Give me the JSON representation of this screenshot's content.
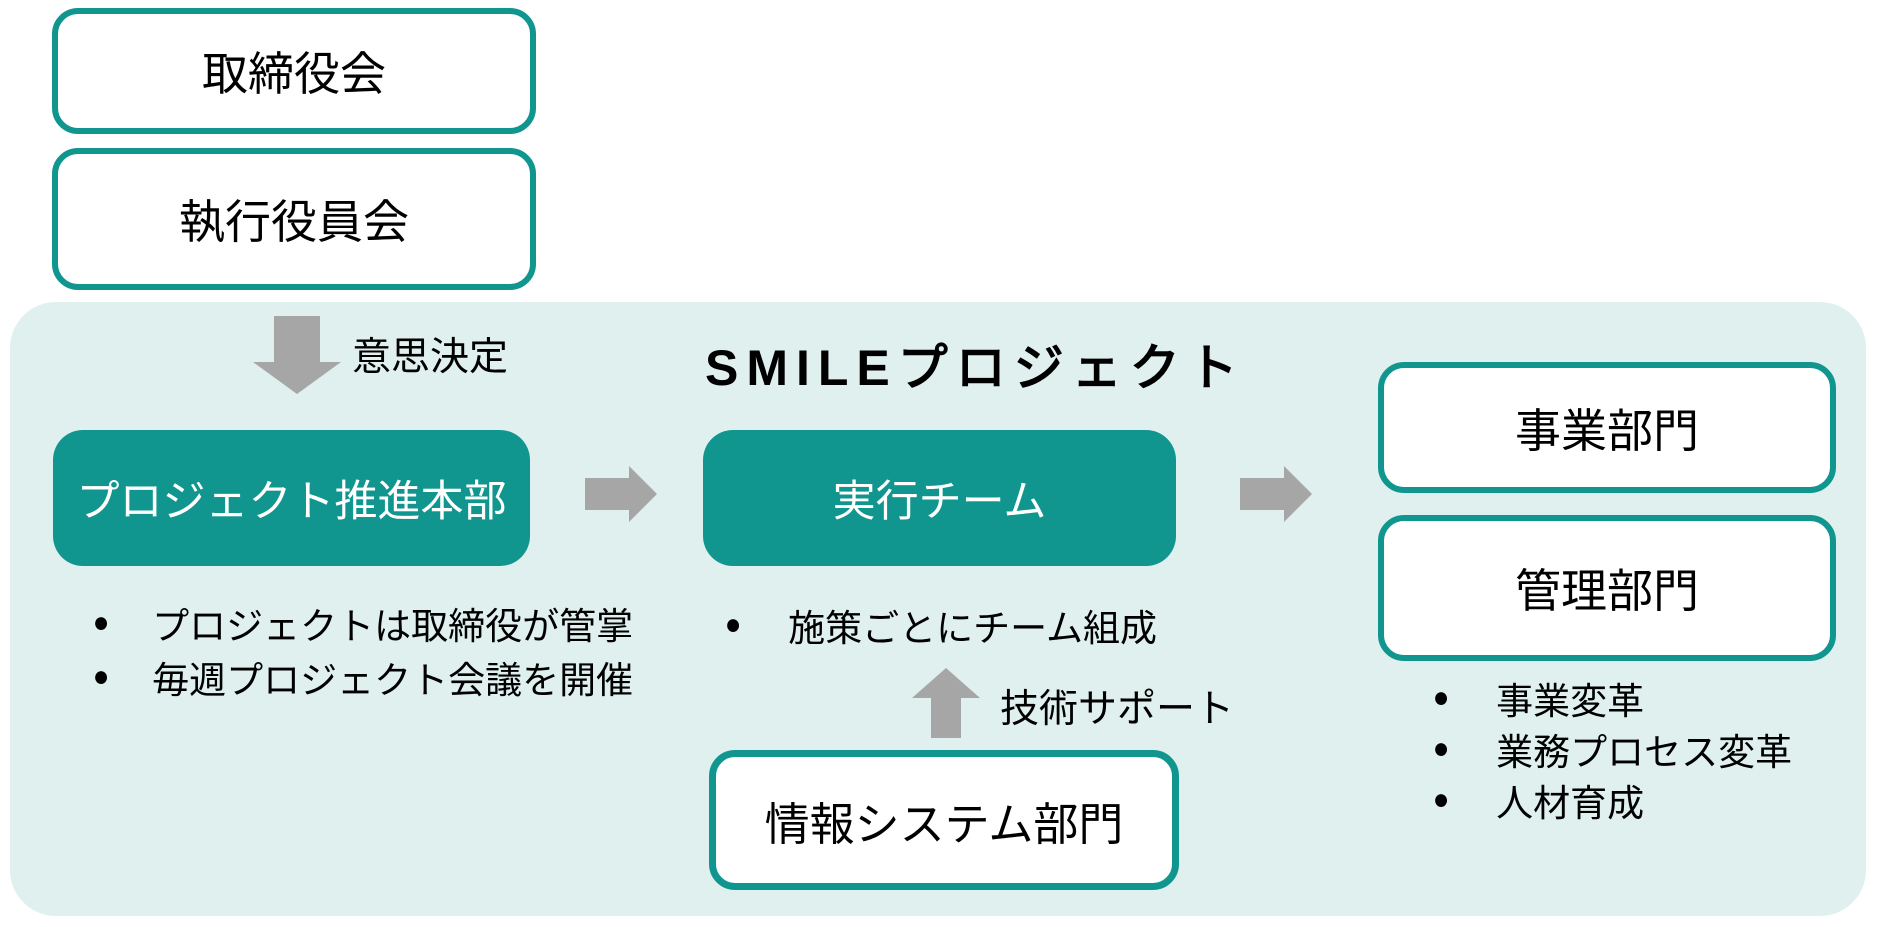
{
  "colors": {
    "teal": "#10968f",
    "panel_bg": "#dff0ee",
    "arrow_gray": "#a6a6a6",
    "box_fill_white": "#ffffff",
    "text_black": "#000000",
    "teal_box_text": "#ffffff"
  },
  "top_boxes": [
    {
      "label": "取締役会"
    },
    {
      "label": "執行役員会"
    }
  ],
  "panel": {
    "title": "SMILEプロジェクト",
    "decision_arrow_label": "意思決定",
    "support_arrow_label": "技術サポート",
    "bullet_char": "●",
    "promotion_hq": {
      "label": "プロジェクト推進本部",
      "bullets": [
        "プロジェクトは取締役が管掌",
        "毎週プロジェクト会議を開催"
      ]
    },
    "execution_team": {
      "label": "実行チーム",
      "bullets": [
        "施策ごとにチーム組成"
      ]
    },
    "it_division": {
      "label": "情報システム部門"
    },
    "output_divisions": [
      {
        "label": "事業部門"
      },
      {
        "label": "管理部門"
      }
    ],
    "output_bullets": [
      "事業変革",
      "業務プロセス変革",
      "人材育成"
    ]
  }
}
